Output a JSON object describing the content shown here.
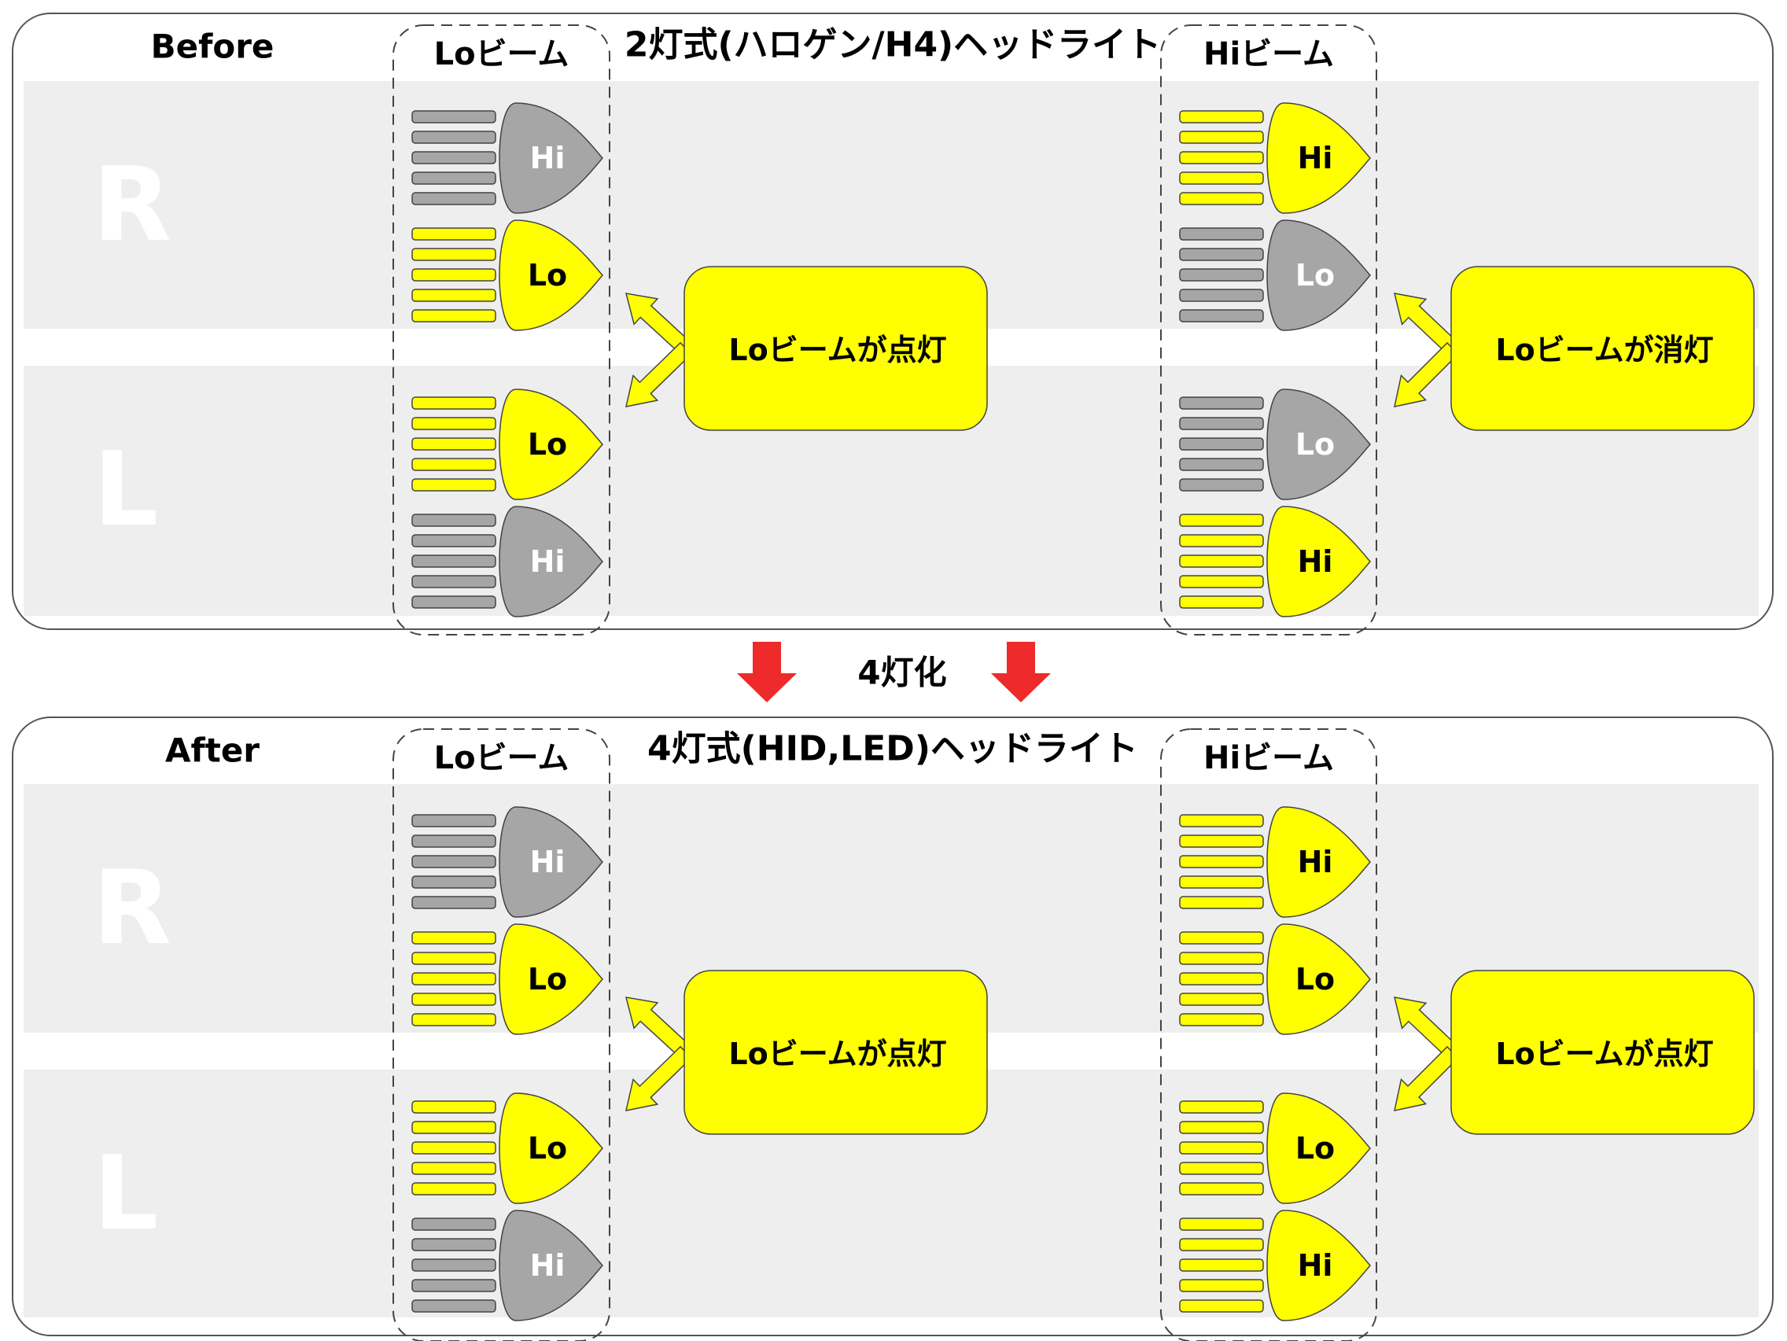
{
  "colors": {
    "on": "#ffff00",
    "off": "#a6a6a6",
    "panel_band": "#eeeeee",
    "outline": "#555555",
    "arrow_red": "#ee2a2a",
    "off_text": "#ffffff",
    "on_text": "#000000"
  },
  "middle": {
    "label": "4灯化"
  },
  "panels": [
    {
      "id": "before",
      "label": "Before",
      "title": "2灯式(ハロゲン/H4)ヘッドライト",
      "side_labels": [
        "R",
        "L"
      ],
      "groups": [
        {
          "id": "lo",
          "header": "Loビーム",
          "lamps": [
            {
              "label": "Hi",
              "on": false
            },
            {
              "label": "Lo",
              "on": true
            },
            {
              "label": "Lo",
              "on": true
            },
            {
              "label": "Hi",
              "on": false
            }
          ],
          "status": "Loビームが点灯"
        },
        {
          "id": "hi",
          "header": "Hiビーム",
          "lamps": [
            {
              "label": "Hi",
              "on": true
            },
            {
              "label": "Lo",
              "on": false
            },
            {
              "label": "Lo",
              "on": false
            },
            {
              "label": "Hi",
              "on": true
            }
          ],
          "status": "Loビームが消灯"
        }
      ]
    },
    {
      "id": "after",
      "label": "After",
      "title": "4灯式(HID,LED)ヘッドライト",
      "side_labels": [
        "R",
        "L"
      ],
      "groups": [
        {
          "id": "lo",
          "header": "Loビーム",
          "lamps": [
            {
              "label": "Hi",
              "on": false
            },
            {
              "label": "Lo",
              "on": true
            },
            {
              "label": "Lo",
              "on": true
            },
            {
              "label": "Hi",
              "on": false
            }
          ],
          "status": "Loビームが点灯"
        },
        {
          "id": "hi",
          "header": "Hiビーム",
          "lamps": [
            {
              "label": "Hi",
              "on": true
            },
            {
              "label": "Lo",
              "on": true
            },
            {
              "label": "Lo",
              "on": true
            },
            {
              "label": "Hi",
              "on": true
            }
          ],
          "status": "Loビームが点灯"
        }
      ]
    }
  ]
}
